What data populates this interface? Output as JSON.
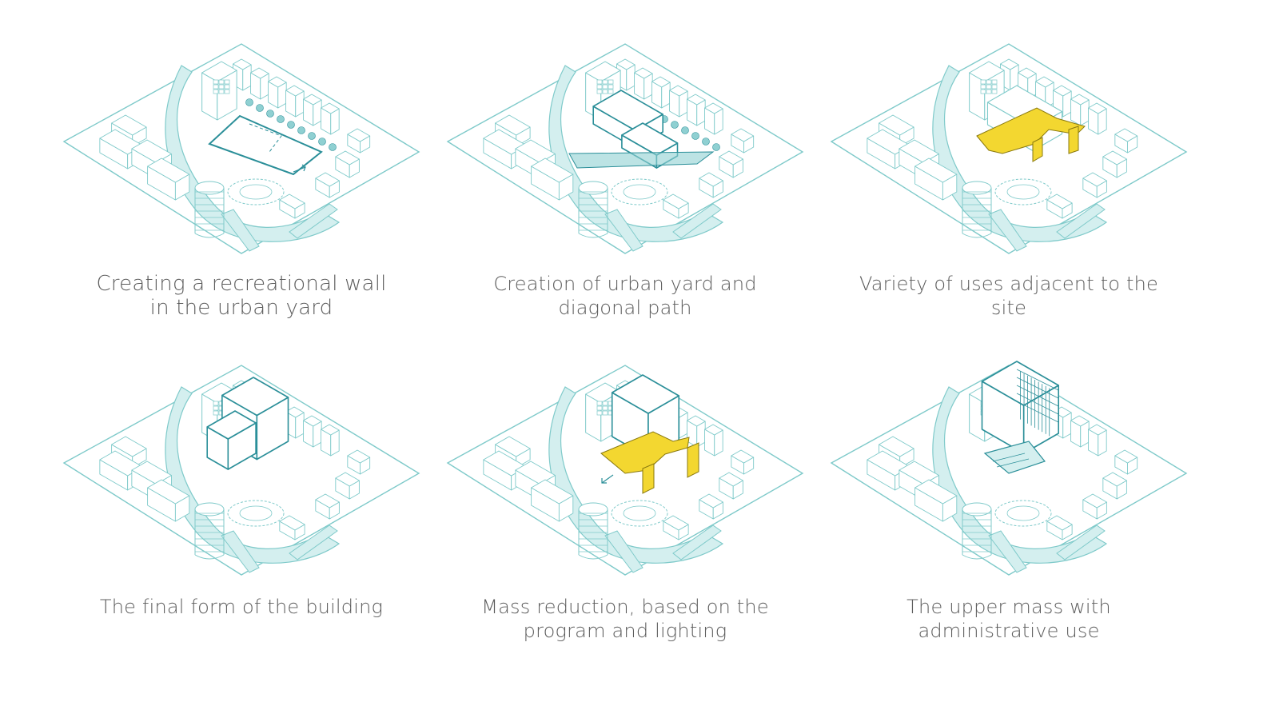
{
  "palette": {
    "line": "#7fcaca",
    "line_dark": "#2b8f99",
    "fill_cyan": "#d4efef",
    "fill_cyan_dark": "#8fd0d2",
    "highlight": "#f3d730",
    "caption": "#5c5c5c"
  },
  "panels": [
    {
      "caption_lines": [
        "Creating a recreational wall",
        "in the urban yard"
      ],
      "mode": "outline"
    },
    {
      "caption_lines": [
        "Creation of urban yard and",
        "diagonal path"
      ],
      "mode": "path"
    },
    {
      "caption_lines": [
        "Variety of uses adjacent to the",
        "site"
      ],
      "mode": "yellow"
    },
    {
      "caption_lines": [
        "The final form of the building"
      ],
      "mode": "mass"
    },
    {
      "caption_lines": [
        "Mass reduction, based on the",
        "program and lighting"
      ],
      "mode": "mass-yellow"
    },
    {
      "caption_lines": [
        "The upper mass with",
        "administrative use"
      ],
      "mode": "detailed"
    }
  ]
}
